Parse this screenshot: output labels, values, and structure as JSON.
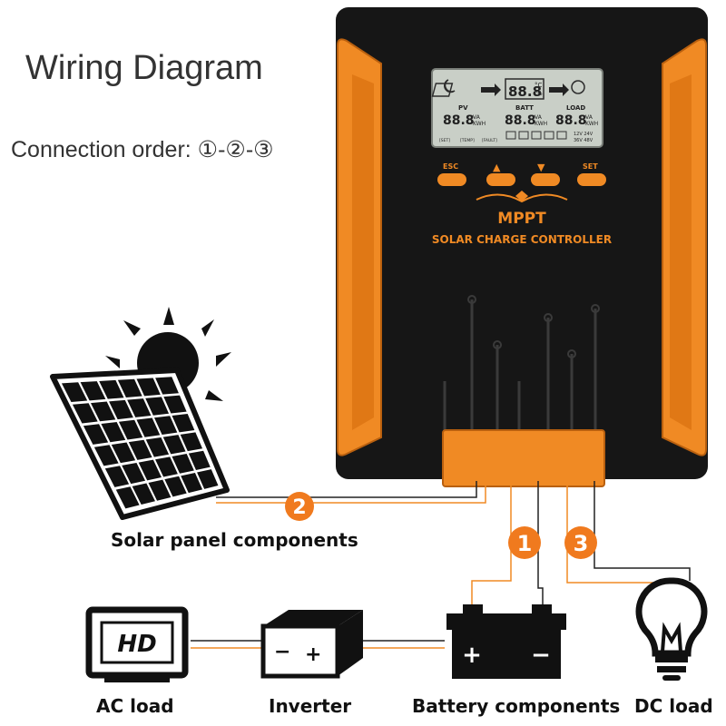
{
  "title": "Wiring Diagram",
  "connection_order": "Connection order: ①-②-③",
  "controller": {
    "brand": "MPPT",
    "subtitle": "SOLAR CHARGE CONTROLLER",
    "buttons": [
      "ESC",
      "▲",
      "▼",
      "SET"
    ],
    "lcd": {
      "pv_label": "PV",
      "batt_label": "BATT",
      "load_label": "LOAD",
      "top_value": "88.8",
      "top_unit_c": "°C",
      "top_unit_pct": "%",
      "value": "88.8",
      "unit_va": "VA",
      "unit_kwh": "KWH",
      "status_icons": [
        "[SET]",
        "[TEMP]",
        "[FAULT]"
      ],
      "voltages": [
        "12V 24V",
        "36V 48V"
      ]
    }
  },
  "badges": [
    "2",
    "1",
    "3"
  ],
  "components": {
    "solar_panel": "Solar panel components",
    "ac_load": "AC load",
    "inverter": "Inverter",
    "battery": "Battery components",
    "dc_load": "DC load"
  },
  "hd_label": "HD",
  "battery_terminals": [
    "+",
    "−"
  ],
  "inverter_terminals": [
    "−",
    "+"
  ],
  "colors": {
    "orange": "#f08a24",
    "orange_dark": "#d86f12",
    "black": "#111111",
    "lcd_bg": "#c9cfc7",
    "badge": "#f07a1e"
  }
}
